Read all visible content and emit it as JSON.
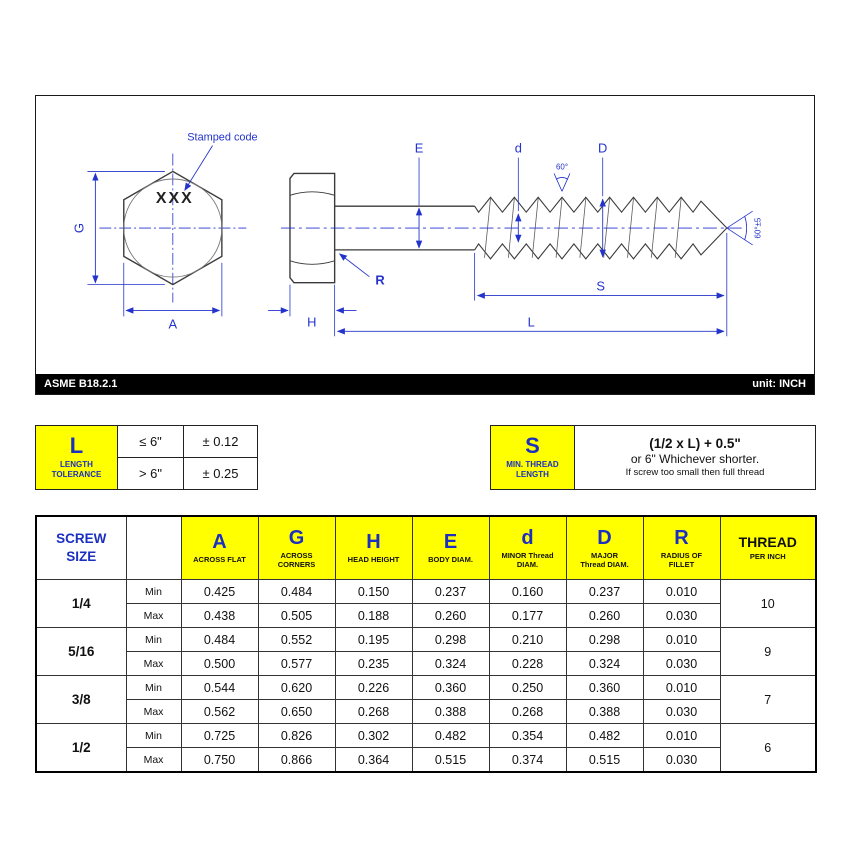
{
  "drawing": {
    "stamped_code_label": "Stamped code",
    "stamp_text": "XXX",
    "dims": {
      "G": "G",
      "A": "A",
      "H": "H",
      "E": "E",
      "d": "d",
      "D": "D",
      "S": "S",
      "L": "L",
      "R": "R"
    },
    "thread_angle": "60°",
    "tip_angle": "60°±5",
    "standard": "ASME B18.2.1",
    "unit": "unit: INCH"
  },
  "tolerance_table": {
    "symbol": "L",
    "caption_line1": "LENGTH",
    "caption_line2": "TOLERANCE",
    "rows": [
      {
        "condition": "≤ 6\"",
        "value": "± 0.12"
      },
      {
        "condition": "> 6\"",
        "value": "± 0.25"
      }
    ]
  },
  "thread_length_table": {
    "symbol": "S",
    "caption_line1": "MIN. THREAD",
    "caption_line2": "LENGTH",
    "formula_line1": "(1/2 x L) + 0.5\"",
    "formula_line2": "or 6\" Whichever shorter.",
    "formula_line3": "If screw too small then full thread"
  },
  "main_table": {
    "size_header_line1": "SCREW",
    "size_header_line2": "SIZE",
    "min_label": "Min",
    "max_label": "Max",
    "columns": [
      {
        "letter": "A",
        "label": "ACROSS FLAT"
      },
      {
        "letter": "G",
        "label": "ACROSS CORNERS"
      },
      {
        "letter": "H",
        "label": "HEAD HEIGHT"
      },
      {
        "letter": "E",
        "label": "BODY DIAM."
      },
      {
        "letter": "d",
        "label": "MINOR Thread DIAM."
      },
      {
        "letter": "D",
        "label": "MAJOR Thread DIAM."
      },
      {
        "letter": "R",
        "label": "RADIUS OF FILLET"
      }
    ],
    "thread_header": {
      "title": "THREAD",
      "subtitle": "PER INCH"
    },
    "rows": [
      {
        "size": "1/4",
        "min": [
          "0.425",
          "0.484",
          "0.150",
          "0.237",
          "0.160",
          "0.237",
          "0.010"
        ],
        "max": [
          "0.438",
          "0.505",
          "0.188",
          "0.260",
          "0.177",
          "0.260",
          "0.030"
        ],
        "thread_per_inch": "10"
      },
      {
        "size": "5/16",
        "min": [
          "0.484",
          "0.552",
          "0.195",
          "0.298",
          "0.210",
          "0.298",
          "0.010"
        ],
        "max": [
          "0.500",
          "0.577",
          "0.235",
          "0.324",
          "0.228",
          "0.324",
          "0.030"
        ],
        "thread_per_inch": "9"
      },
      {
        "size": "3/8",
        "min": [
          "0.544",
          "0.620",
          "0.226",
          "0.360",
          "0.250",
          "0.360",
          "0.010"
        ],
        "max": [
          "0.562",
          "0.650",
          "0.268",
          "0.388",
          "0.268",
          "0.388",
          "0.030"
        ],
        "thread_per_inch": "7"
      },
      {
        "size": "1/2",
        "min": [
          "0.725",
          "0.826",
          "0.302",
          "0.482",
          "0.354",
          "0.482",
          "0.010"
        ],
        "max": [
          "0.750",
          "0.866",
          "0.364",
          "0.515",
          "0.374",
          "0.515",
          "0.030"
        ],
        "thread_per_inch": "6"
      }
    ]
  },
  "colors": {
    "accent_blue": "#1b2fc0",
    "dim_blue": "#2333cc",
    "header_yellow": "#ffff00"
  }
}
